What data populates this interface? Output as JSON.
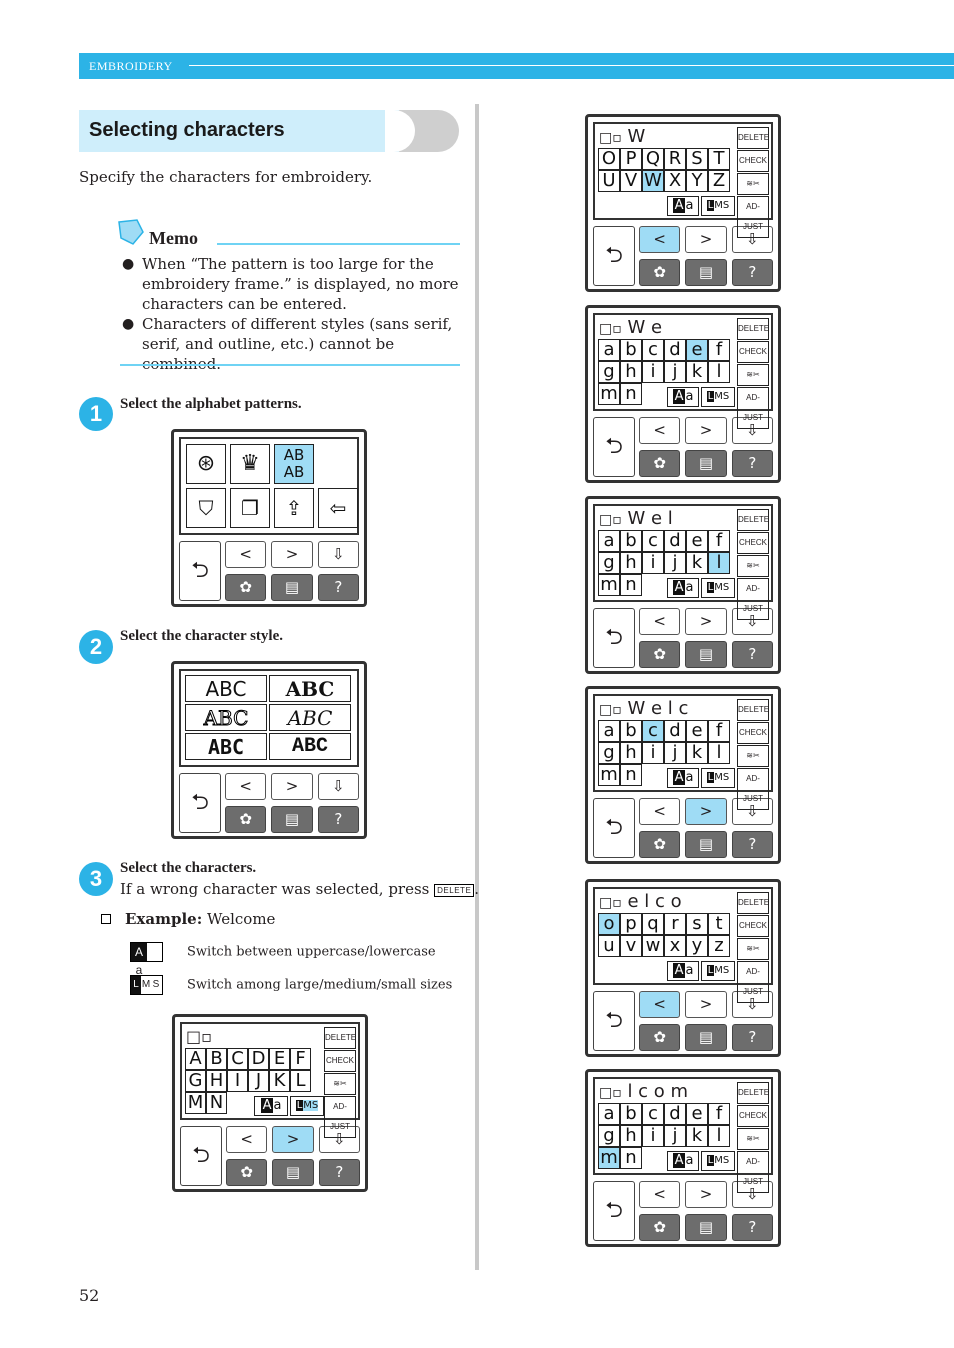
{
  "header": {
    "section": "EMBROIDERY"
  },
  "page": {
    "title": "Selecting characters",
    "intro": "Specify the characters for embroidery.",
    "number": "52"
  },
  "memo": {
    "title": "Memo",
    "bullets": [
      "When “The pattern is too large for the embroidery frame.” is displayed, no more characters can be entered.",
      "Characters of different styles (sans serif, serif, and outline, etc.) cannot be combined."
    ]
  },
  "steps": [
    {
      "num": "1",
      "text": "Select the alphabet patterns."
    },
    {
      "num": "2",
      "text": "Select the character style."
    },
    {
      "num": "3",
      "text": "Select the characters.",
      "note": "If a wrong character was selected, press",
      "note_key": "DELETE"
    }
  ],
  "example": {
    "label": "Example:",
    "value": "Welcome"
  },
  "legend": [
    {
      "icon": "Aa",
      "text": "Switch between uppercase/lowercase"
    },
    {
      "icon": "LMS",
      "text": "Switch among large/medium/small sizes"
    }
  ],
  "keys": {
    "delete": "DELETE",
    "check": "CHECK",
    "adjust": "AD-JUST",
    "case": "Aa",
    "size": "LMS",
    "back": "⮌",
    "prev": "<",
    "next": ">"
  },
  "styles": [
    "ABC",
    "ABC",
    "ABC",
    "ABC",
    "ABC",
    "ABC"
  ],
  "menu": {
    "alpha": "AB AB"
  },
  "upper": {
    "r1": [
      "A",
      "B",
      "C",
      "D",
      "E",
      "F"
    ],
    "r2": [
      "G",
      "H",
      "I",
      "J",
      "K",
      "L"
    ],
    "r3": [
      "M",
      "N"
    ]
  },
  "right_screens": [
    {
      "entry": "W",
      "rows": [
        [
          "O",
          "P",
          "Q",
          "R",
          "S",
          "T"
        ],
        [
          "U",
          "V",
          "W",
          "X",
          "Y",
          "Z"
        ],
        []
      ]
    },
    {
      "entry": "W e",
      "rows": [
        [
          "a",
          "b",
          "c",
          "d",
          "e",
          "f"
        ],
        [
          "g",
          "h",
          "i",
          "j",
          "k",
          "l"
        ],
        [
          "m",
          "n"
        ]
      ]
    },
    {
      "entry": "W e l",
      "rows": [
        [
          "a",
          "b",
          "c",
          "d",
          "e",
          "f"
        ],
        [
          "g",
          "h",
          "i",
          "j",
          "k",
          "l"
        ],
        [
          "m",
          "n"
        ]
      ]
    },
    {
      "entry": "W e l c",
      "rows": [
        [
          "a",
          "b",
          "c",
          "d",
          "e",
          "f"
        ],
        [
          "g",
          "h",
          "i",
          "j",
          "k",
          "l"
        ],
        [
          "m",
          "n"
        ]
      ]
    },
    {
      "entry": "e l c o",
      "rows": [
        [
          "o",
          "p",
          "q",
          "r",
          "s",
          "t"
        ],
        [
          "u",
          "v",
          "w",
          "x",
          "y",
          "z"
        ],
        []
      ]
    },
    {
      "entry": "l c o m",
      "rows": [
        [
          "a",
          "b",
          "c",
          "d",
          "e",
          "f"
        ],
        [
          "g",
          "h",
          "i",
          "j",
          "k",
          "l"
        ],
        [
          "m",
          "n"
        ]
      ]
    }
  ]
}
